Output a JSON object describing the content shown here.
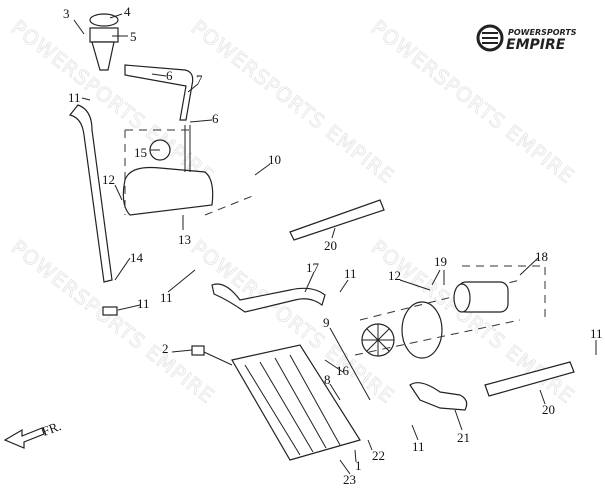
{
  "logo": {
    "line1": "POWERSPORTS",
    "line2": "EMPIRE"
  },
  "watermark": "POWERSPORTS EMPIRE",
  "direction_label": "FR.",
  "callouts": [
    "3",
    "4",
    "5",
    "6",
    "7",
    "11",
    "6",
    "15",
    "10",
    "12",
    "13",
    "20",
    "14",
    "17",
    "11",
    "19",
    "18",
    "12",
    "11",
    "11",
    "9",
    "2",
    "16",
    "8",
    "11",
    "20",
    "21",
    "11",
    "22",
    "1",
    "23"
  ]
}
